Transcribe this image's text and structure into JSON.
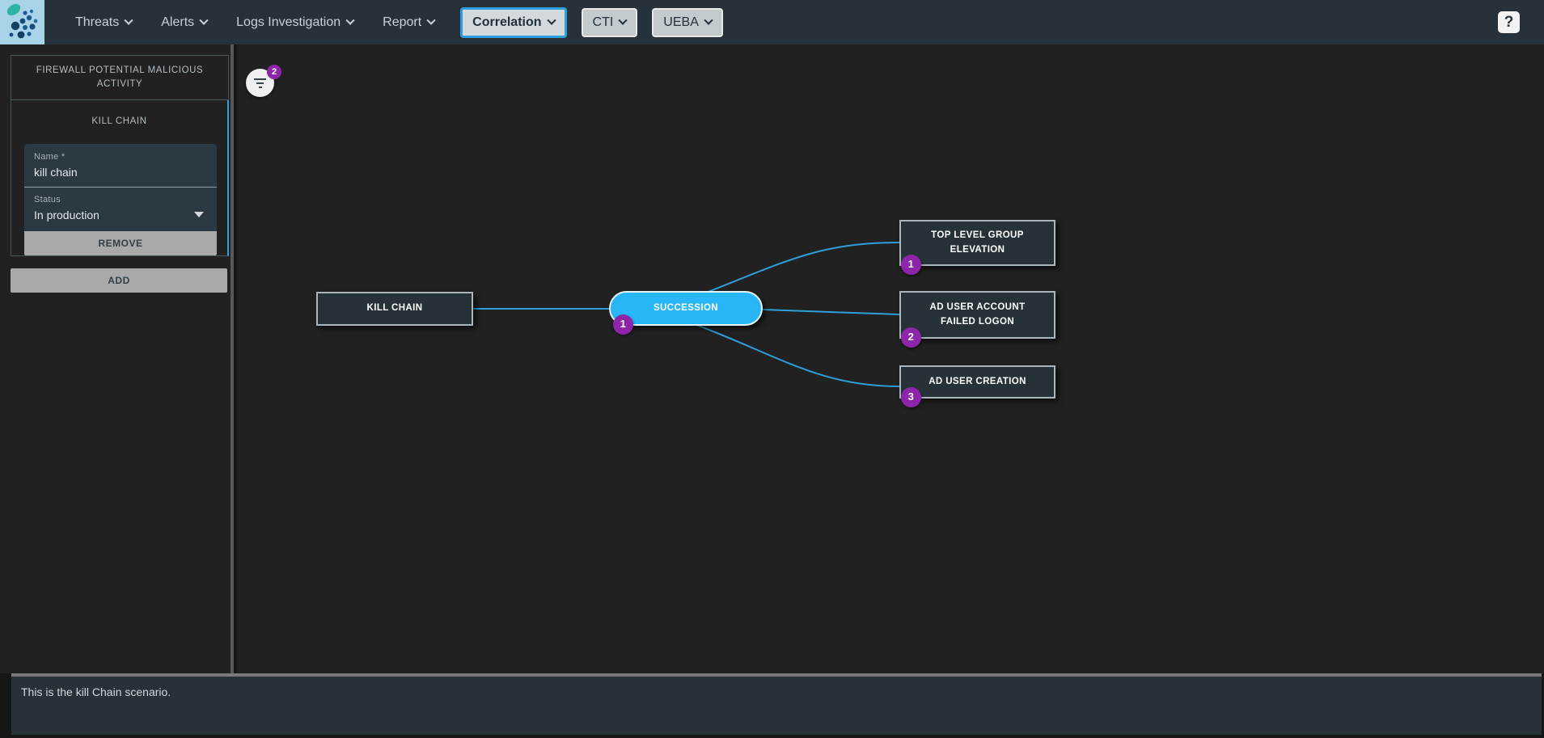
{
  "navbar": {
    "items": [
      {
        "label": "Threats"
      },
      {
        "label": "Alerts"
      },
      {
        "label": "Logs Investigation"
      },
      {
        "label": "Report"
      }
    ],
    "dropdown_buttons": [
      {
        "label": "Correlation",
        "selected": true
      },
      {
        "label": "CTI",
        "selected": false
      },
      {
        "label": "UEBA",
        "selected": false
      }
    ],
    "help_label": "?"
  },
  "sidebar": {
    "scenario_title": "FIREWALL POTENTIAL MALICIOUS ACTIVITY",
    "section_title": "KILL CHAIN",
    "name_label": "Name *",
    "name_value": "kill chain",
    "status_label": "Status",
    "status_value": "In production",
    "remove_label": "REMOVE",
    "add_label": "ADD"
  },
  "canvas": {
    "filter_badge_count": "2",
    "graph": {
      "root_label": "KILL CHAIN",
      "operator_label": "SUCCESSION",
      "operator_badge": "1",
      "children": [
        {
          "label": "TOP LEVEL GROUP ELEVATION",
          "badge": "1"
        },
        {
          "label": "AD USER ACCOUNT FAILED LOGON",
          "badge": "2"
        },
        {
          "label": "AD USER CREATION",
          "badge": "3"
        }
      ]
    }
  },
  "footer": {
    "description": "This is the kill Chain scenario."
  },
  "colors": {
    "accent_blue": "#29b6f6",
    "edge_blue": "#2e9fd9",
    "badge_purple": "#8e24aa",
    "node_bg": "#263238",
    "navbar_bg": "#26313a",
    "background": "#212121"
  }
}
